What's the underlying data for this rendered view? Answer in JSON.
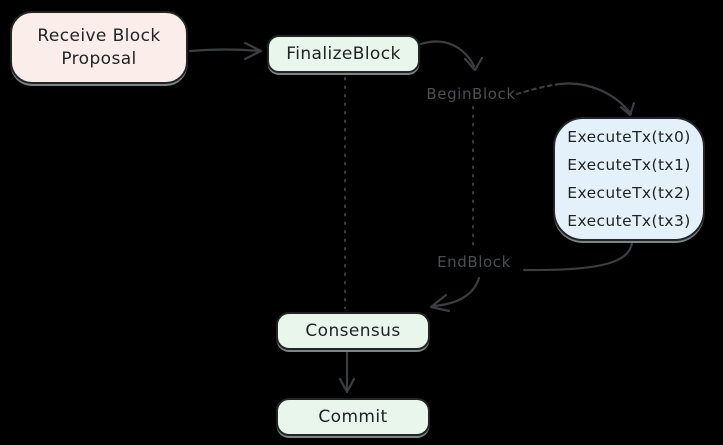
{
  "colors": {
    "background": "#000000",
    "stroke": "#3a3e40",
    "label-text": "#4b4f52",
    "node-text": "#1f2223",
    "node-border": "#212526",
    "pink-fill": "#fbeeea",
    "green-fill": "#e9f6ec",
    "blue-fill": "#e5f1fa",
    "shadow": "#7e8384"
  },
  "nodes": {
    "receive_proposal": {
      "line1": "Receive Block",
      "line2": "Proposal"
    },
    "finalize_block": {
      "label": "FinalizeBlock"
    },
    "execute_tx": {
      "lines": [
        "ExecuteTx(tx0)",
        "ExecuteTx(tx1)",
        "ExecuteTx(tx2)",
        "ExecuteTx(tx3)"
      ]
    },
    "consensus": {
      "label": "Consensus"
    },
    "commit": {
      "label": "Commit"
    }
  },
  "edge_labels": {
    "begin_block": "BeginBlock",
    "end_block": "EndBlock"
  }
}
